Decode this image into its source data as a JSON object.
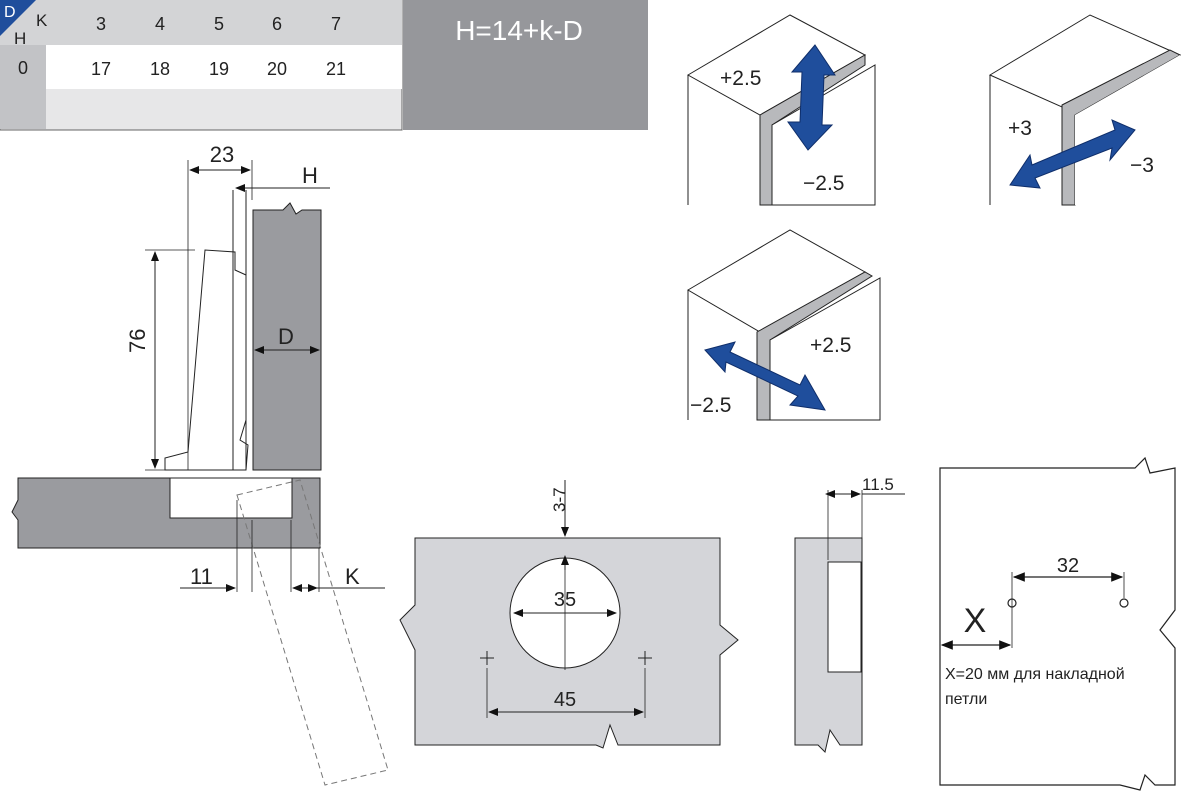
{
  "table": {
    "corner_d": "D",
    "corner_k": "K",
    "corner_h": "H",
    "k_values": [
      "3",
      "4",
      "5",
      "6",
      "7"
    ],
    "d_value": "0",
    "h_values": [
      "17",
      "18",
      "19",
      "20",
      "21"
    ],
    "formula": "H=14+k-D"
  },
  "side_view": {
    "dim_width": "23",
    "dim_h": "H",
    "dim_height": "76",
    "dim_d": "D",
    "dim_11": "11",
    "dim_k": "K"
  },
  "adjustments": {
    "vertical": {
      "plus": "+2.5",
      "minus": "−2.5"
    },
    "depth": {
      "plus": "+3",
      "minus": "−3"
    },
    "lateral": {
      "plus": "+2.5",
      "minus": "−2.5"
    }
  },
  "cup_drilling": {
    "dim_edge": "3-7",
    "dim_diameter": "35",
    "dim_spacing": "45"
  },
  "section": {
    "dim_depth": "11.5"
  },
  "mounting_plate": {
    "dim_spacing": "32",
    "dim_x": "X",
    "note_line1": "X=20 мм для накладной",
    "note_line2": "петли"
  },
  "colors": {
    "arrow": "#1f4e9c",
    "panel": "#d4d5d9",
    "wall": "#9a9b9f",
    "formula_bg": "#96979b"
  }
}
